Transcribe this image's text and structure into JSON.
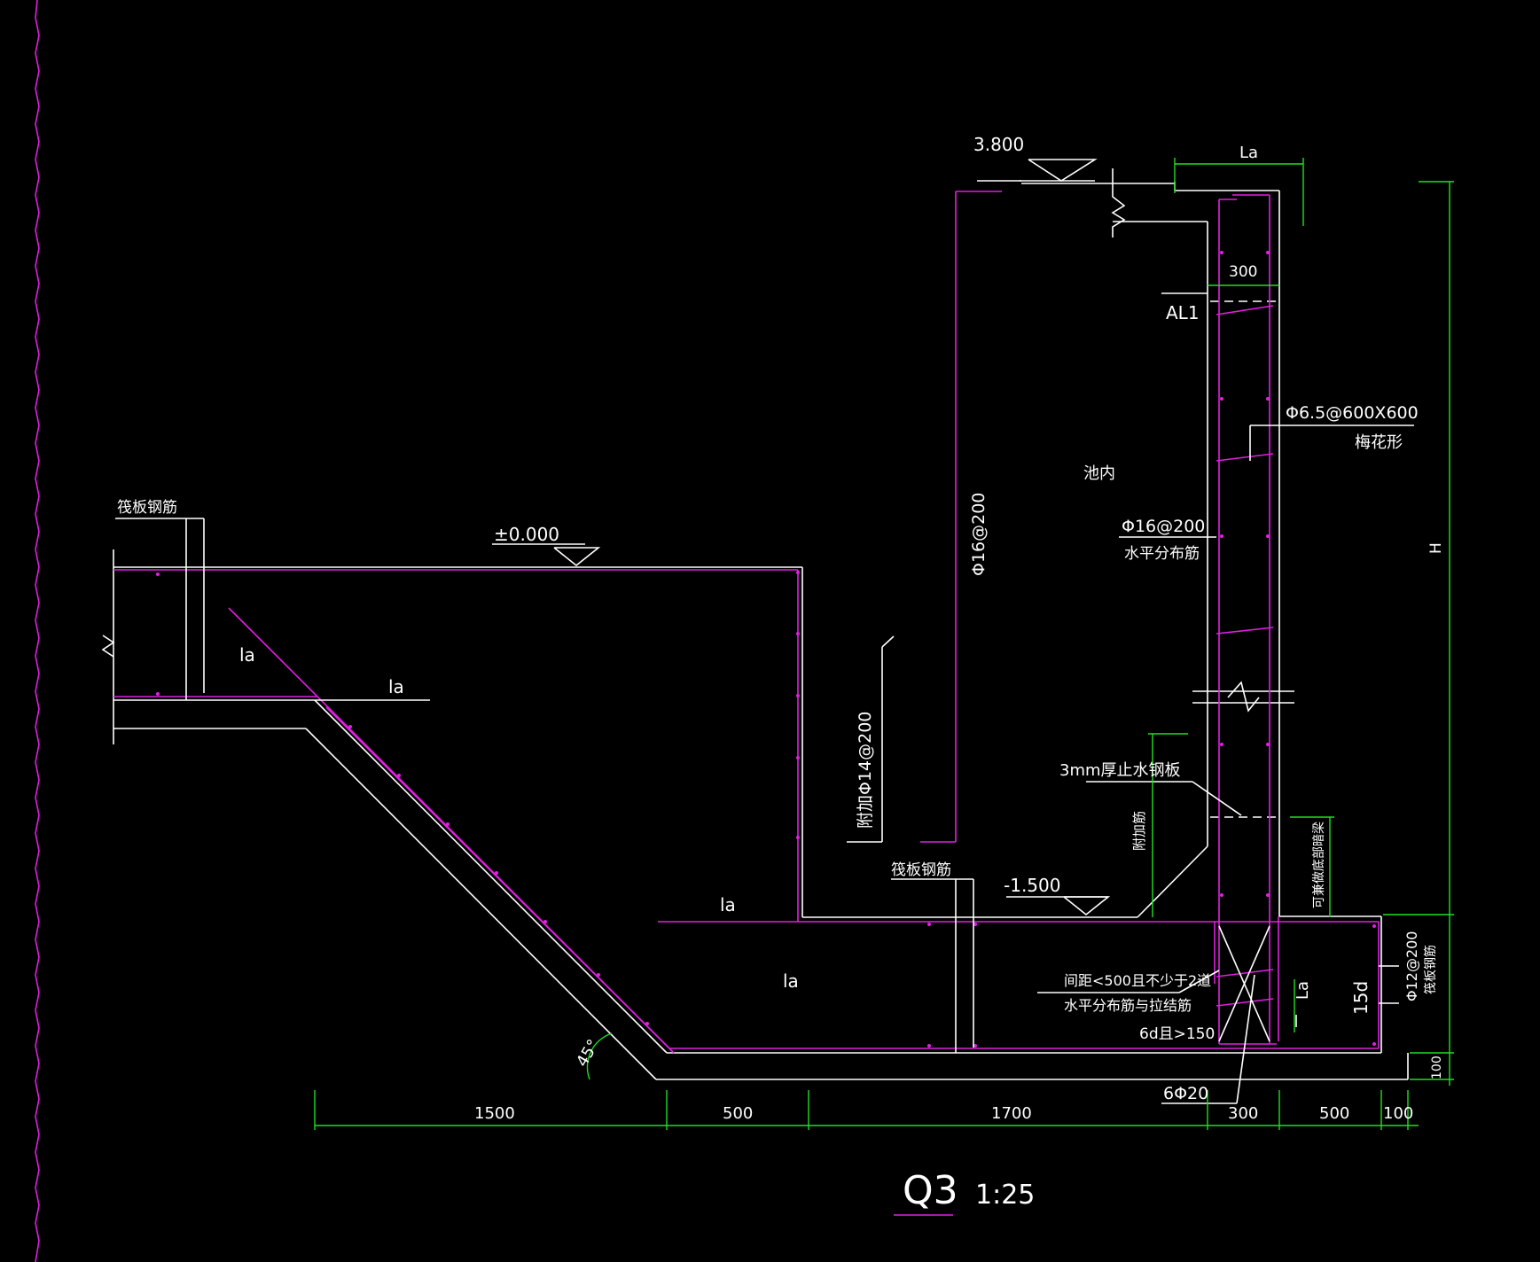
{
  "drawing": {
    "title": "Q3",
    "scale": "1:25",
    "elevations": {
      "top": "3.800",
      "ground": "±0.000",
      "bottom": "-1.500"
    },
    "labels": {
      "raft_rebar": "筏板钢筋",
      "raft_rebar_2": "筏板钢筋",
      "la_1": "la",
      "la_2": "la",
      "la_3": "la",
      "la_4": "la",
      "la_top": "La",
      "la_foot": "La",
      "add_rebar": "附加Φ14@200",
      "vert_rebar": "Φ16@200",
      "tie_rebar": "Φ6.5@600X600",
      "tie_pattern": "梅花形",
      "pool_inside": "池内",
      "horiz_rebar": "Φ16@200",
      "horiz_dist": "水平分布筋",
      "waterstop": "3mm厚止水钢板",
      "beam": "AL1",
      "dim_300_top": "300",
      "height": "H",
      "left_wall_note": "附加筋",
      "right_wall_note": "可兼做底部暗梁",
      "spacing_note_1": "间距<500且不少于2道",
      "spacing_note_2": "水平分布筋与拉结筋",
      "anchor_6d": "6d且>150",
      "bottom_bars": "6Φ20",
      "d15": "15d",
      "slab_bar": "Φ12@200",
      "slab_bar_sub": "筏板钢筋",
      "angle": "45°",
      "dim_100": "100"
    },
    "bottom_dims": [
      "1500",
      "500",
      "1700",
      "300",
      "500",
      "100"
    ]
  }
}
